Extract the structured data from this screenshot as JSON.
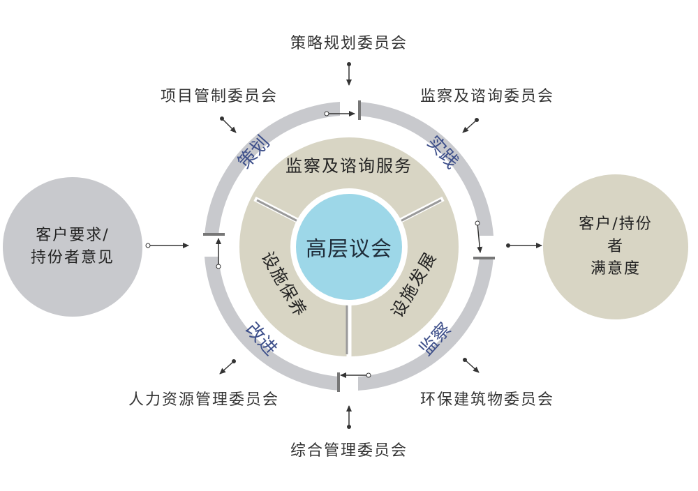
{
  "center": {
    "title": "高层议会"
  },
  "middle_ring": {
    "top": "监察及谘询服务",
    "left": "设施保养",
    "right": "设施发展"
  },
  "outer_ring": {
    "plan": "策划",
    "practice": "实践",
    "monitor": "监察",
    "improve": "改进"
  },
  "committees": {
    "strategy": "策略规划委员会",
    "project": "项目管制委员会",
    "advisory": "监察及谘询委员会",
    "hr": "人力资源管理委员会",
    "green": "环保建筑物委员会",
    "general": "综合管理委员会"
  },
  "left_circle": {
    "line1": "客户要求/",
    "line2": "持份者意见"
  },
  "right_circle": {
    "line1": "客户/持份者",
    "line2": "满意度"
  },
  "colors": {
    "outer_ring": "#c8c9cd",
    "middle_ring": "#d8d5c4",
    "center": "#9dd7e8",
    "left_circle": "#c8c9cd",
    "right_circle": "#d8d5c4",
    "ring_text": "#3d4f8a",
    "arrow": "#333333"
  }
}
